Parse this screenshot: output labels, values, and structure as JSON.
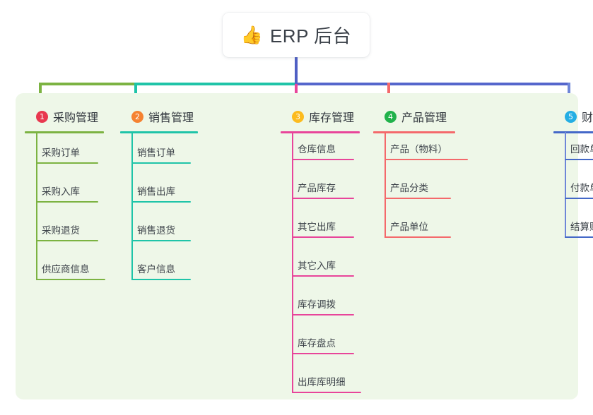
{
  "root": {
    "icon": "thumbs-up-icon",
    "icon_glyph": "👍",
    "title": "ERP 后台"
  },
  "panel": {
    "background_color": "#eef7e8"
  },
  "columns": [
    {
      "number": "1",
      "title": "采购管理",
      "badge_color": "#e8384f",
      "rule_color": "#7cb342",
      "line_color": "#7cb342",
      "items": [
        {
          "label": "采购订单"
        },
        {
          "label": "采购入库"
        },
        {
          "label": "采购退货"
        },
        {
          "label": "供应商信息"
        }
      ]
    },
    {
      "number": "2",
      "title": "销售管理",
      "badge_color": "#f58231",
      "rule_color": "#1fc4a8",
      "line_color": "#1fc4a8",
      "items": [
        {
          "label": "销售订单"
        },
        {
          "label": "销售出库"
        },
        {
          "label": "销售退货"
        },
        {
          "label": "客户信息"
        }
      ]
    },
    {
      "number": "3",
      "title": "库存管理",
      "badge_color": "#fcbb1e",
      "rule_color": "#e8459a",
      "line_color": "#e8459a",
      "items": [
        {
          "label": "仓库信息"
        },
        {
          "label": "产品库存"
        },
        {
          "label": "其它出库"
        },
        {
          "label": "其它入库"
        },
        {
          "label": "库存调拨"
        },
        {
          "label": "库存盘点"
        },
        {
          "label": "出库库明细"
        }
      ]
    },
    {
      "number": "4",
      "title": "产品管理",
      "badge_color": "#21b24b",
      "rule_color": "#f4696b",
      "line_color": "#f4696b",
      "items": [
        {
          "label": "产品（物料）"
        },
        {
          "label": "产品分类"
        },
        {
          "label": "产品单位"
        }
      ]
    },
    {
      "number": "5",
      "title": "财务管理",
      "badge_color": "#24aee4",
      "rule_color": "#4468c8",
      "line_color": "#6e86d8",
      "items": [
        {
          "label": "回款单"
        },
        {
          "label": "付款单"
        },
        {
          "label": "结算账户"
        }
      ]
    }
  ],
  "connectors": {
    "trunk_color": "#4f5fc4",
    "bus_segment_1_color": "#7cb342",
    "bus_segment_2_color": "#1fc4a8",
    "bus_segment_3_color": "#5566cc"
  }
}
